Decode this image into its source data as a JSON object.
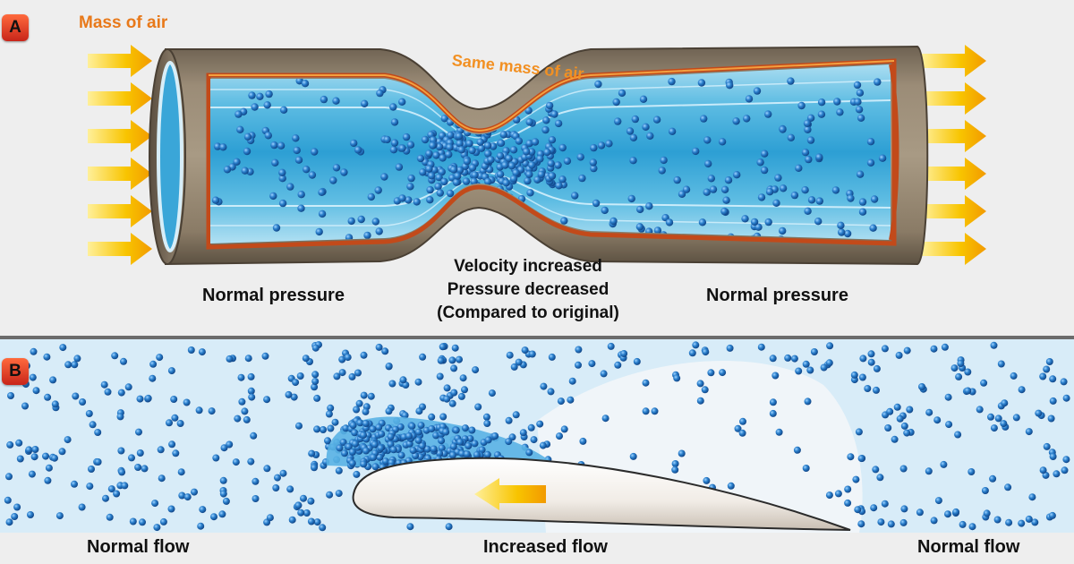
{
  "panel_a": {
    "badge": "A",
    "mass_label": "Mass of air",
    "same_mass_label": "Same mass of air",
    "center_lines": [
      "Velocity increased",
      "Pressure decreased",
      "(Compared to original)"
    ],
    "left_label": "Normal pressure",
    "right_label": "Normal pressure"
  },
  "panel_b": {
    "badge": "B",
    "left_label": "Normal flow",
    "center_label": "Increased flow",
    "right_label": "Normal flow"
  },
  "colors": {
    "particle": "#1f74bf",
    "arrow": "#f5b800",
    "accent_text": "#e8791a",
    "tube_wall": "#8a7a66",
    "panel_b_bg": "#d8ecf8"
  }
}
